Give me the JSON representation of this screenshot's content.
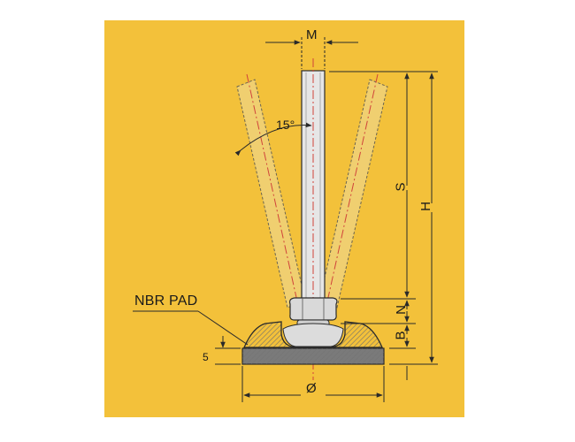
{
  "labels": {
    "thread": "M",
    "angle": "15°",
    "stroke": "S",
    "height": "H",
    "nut": "N",
    "base": "B",
    "pad_thickness": "5",
    "diameter": "Ø",
    "pad": "NBR PAD"
  },
  "colors": {
    "background": "#f3c13a",
    "line": "#2a2a2a",
    "hatch": "#8a8a8a",
    "centerline": "#d0433a",
    "base_fill": "#7a7a7a",
    "spindle_fill": "#e6e6e6"
  }
}
